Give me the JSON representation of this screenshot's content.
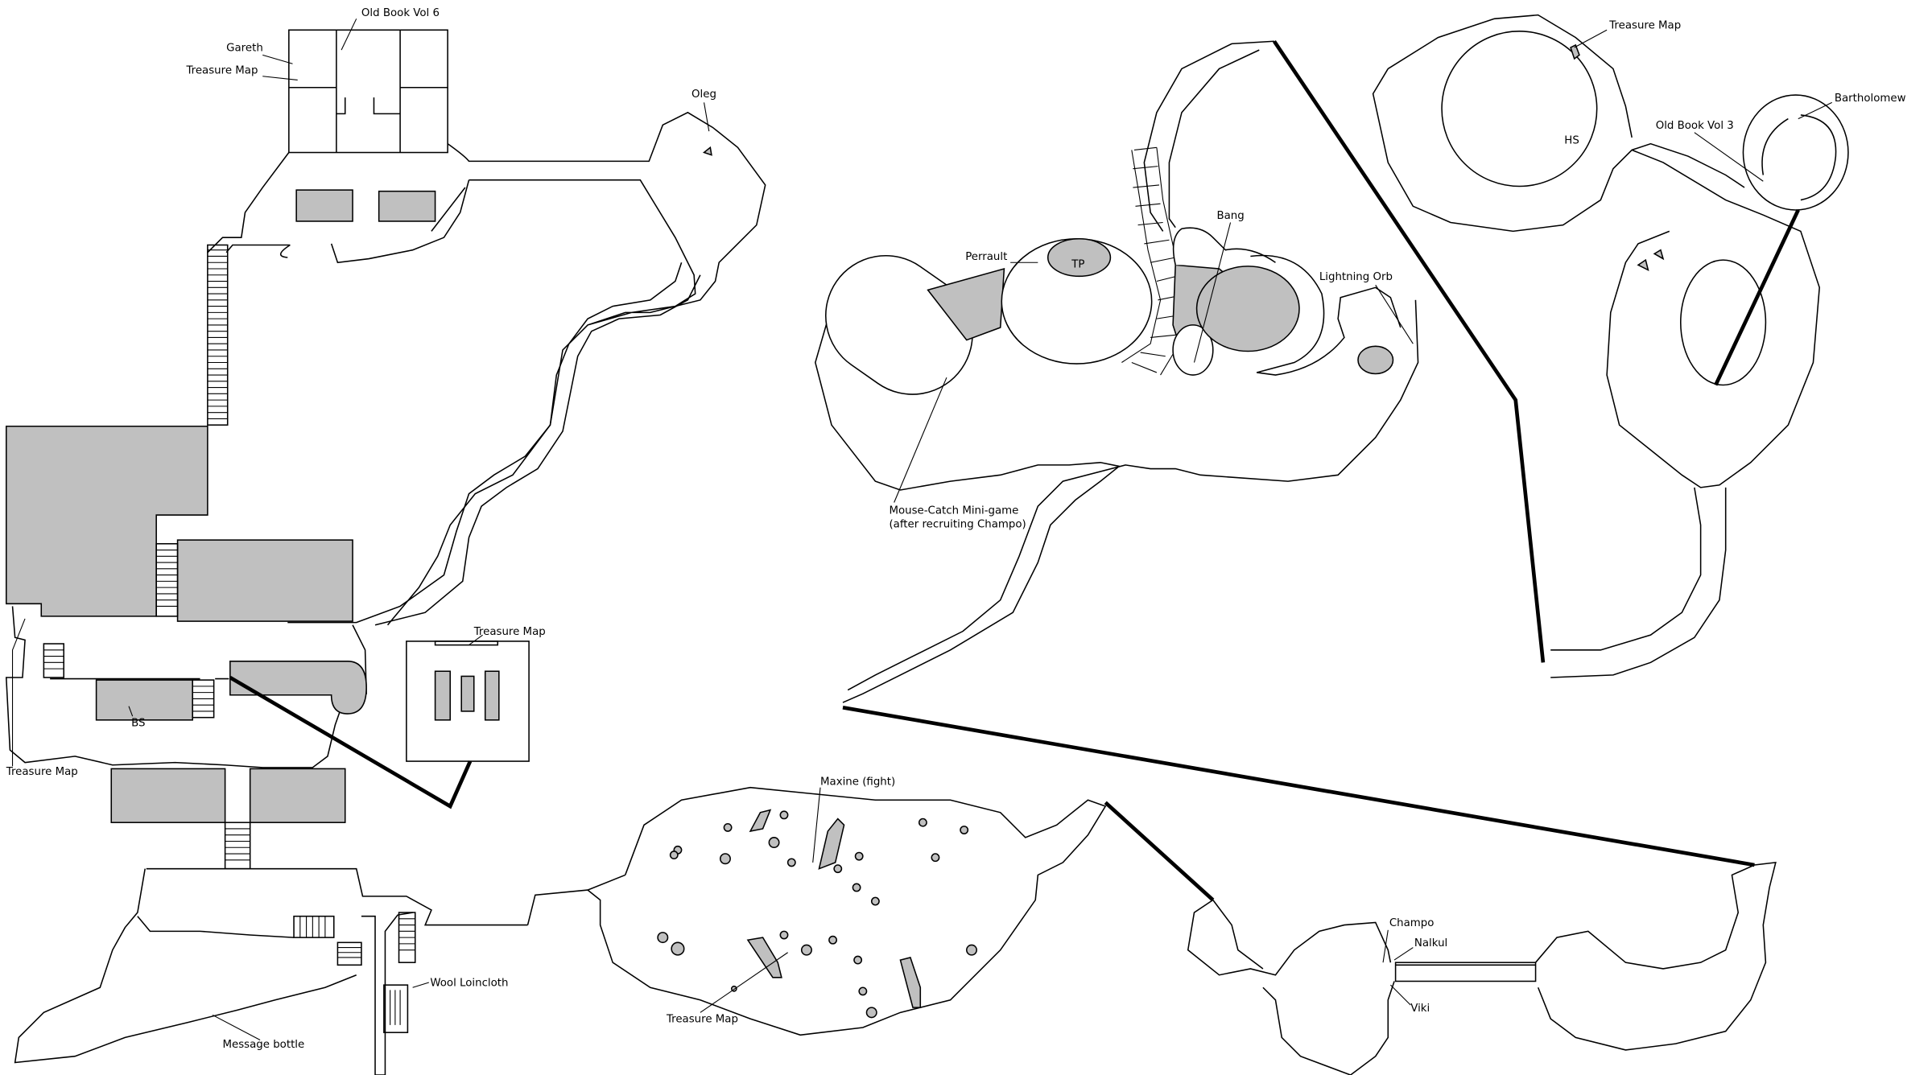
{
  "map": {
    "labels": {
      "old_book_vol6": "Old Book Vol 6",
      "gareth": "Gareth",
      "treasure_map_town": "Treasure Map",
      "oleg": "Oleg",
      "treasure_map_house": "Treasure Map",
      "bs": "BS",
      "treasure_map_west": "Treasure Map",
      "maxine": "Maxine (fight)",
      "wool_loincloth": "Wool Loincloth",
      "message_bottle": "Message bottle",
      "treasure_map_cave": "Treasure Map",
      "perrault": "Perrault",
      "tp": "TP",
      "bang": "Bang",
      "lightning_orb": "Lightning Orb",
      "mouse_catch_line1": "Mouse-Catch Mini-game",
      "mouse_catch_line2": "(after recruiting Champo)",
      "treasure_map_ne": "Treasure Map",
      "hs": "HS",
      "old_book_vol3": "Old Book Vol 3",
      "bartholomew": "Bartholomew",
      "champo": "Champo",
      "nalkul": "Nalkul",
      "viki": "Viki"
    },
    "colors": {
      "fill": "#c0c0c0",
      "line": "#000000",
      "background": "#ffffff"
    }
  }
}
